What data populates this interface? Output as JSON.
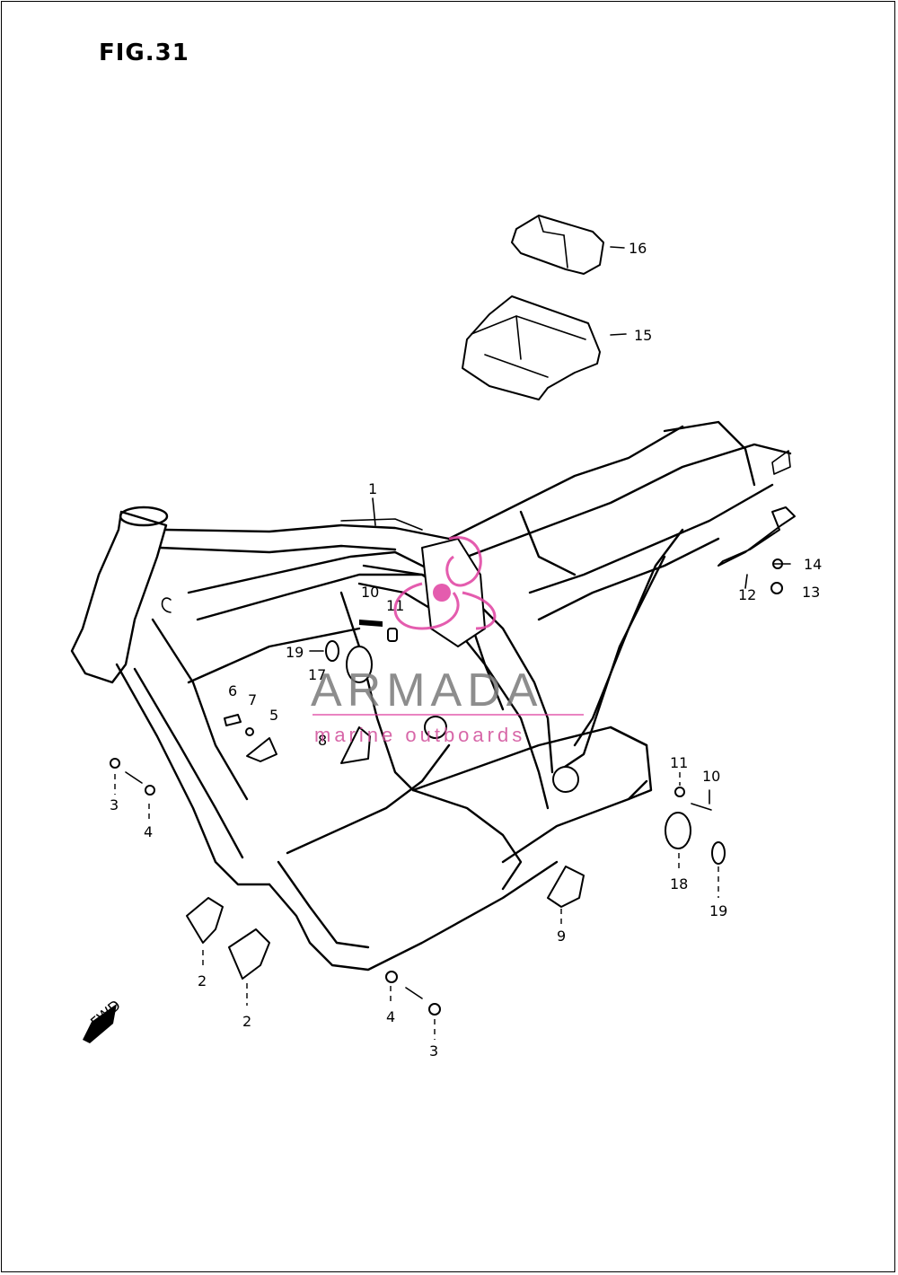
{
  "figure": {
    "title": "FIG.31"
  },
  "watermark": {
    "brand": "ARMADA",
    "tagline": "marine outboards",
    "color_text": "#7a7a7a",
    "color_accent": "#e040a0"
  },
  "callouts": [
    {
      "id": "c1",
      "label": "1"
    },
    {
      "id": "c2a",
      "label": "2"
    },
    {
      "id": "c2b",
      "label": "2"
    },
    {
      "id": "c3a",
      "label": "3"
    },
    {
      "id": "c3b",
      "label": "3"
    },
    {
      "id": "c4a",
      "label": "4"
    },
    {
      "id": "c4b",
      "label": "4"
    },
    {
      "id": "c5",
      "label": "5"
    },
    {
      "id": "c6",
      "label": "6"
    },
    {
      "id": "c7",
      "label": "7"
    },
    {
      "id": "c8",
      "label": "8"
    },
    {
      "id": "c9",
      "label": "9"
    },
    {
      "id": "c10a",
      "label": "10"
    },
    {
      "id": "c10b",
      "label": "10"
    },
    {
      "id": "c11a",
      "label": "11"
    },
    {
      "id": "c11b",
      "label": "11"
    },
    {
      "id": "c12",
      "label": "12"
    },
    {
      "id": "c13",
      "label": "13"
    },
    {
      "id": "c14",
      "label": "14"
    },
    {
      "id": "c15",
      "label": "15"
    },
    {
      "id": "c16",
      "label": "16"
    },
    {
      "id": "c17",
      "label": "17"
    },
    {
      "id": "c18",
      "label": "18"
    },
    {
      "id": "c19a",
      "label": "19"
    },
    {
      "id": "c19b",
      "label": "19"
    }
  ],
  "fwd_marker": {
    "label": "FWD"
  }
}
